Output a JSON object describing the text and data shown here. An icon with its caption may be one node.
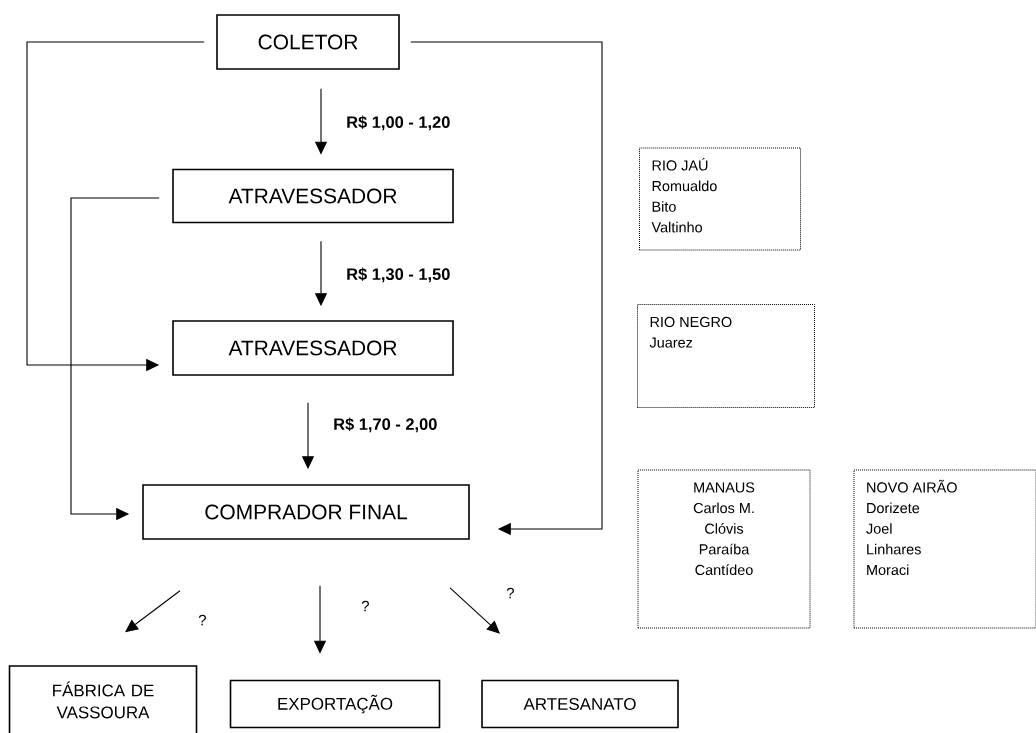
{
  "diagram": {
    "nodes": [
      {
        "text": [
          "COLETOR"
        ]
      },
      {
        "text": [
          "ATRAVESSADOR"
        ]
      },
      {
        "text": [
          "ATRAVESSADOR"
        ]
      },
      {
        "text": [
          "COMPRADOR FINAL"
        ]
      },
      {
        "text": [
          "FÁBRICA DE VASSOURA"
        ]
      },
      {
        "text": [
          "EXPORTAÇÃO"
        ]
      },
      {
        "text": [
          "ARTESANATO"
        ]
      },
      {
        "text": [
          "RIO JAÚ",
          "Romualdo",
          "Bito",
          "Valtinho"
        ]
      },
      {
        "text": [
          "RIO NEGRO",
          "Juarez"
        ]
      },
      {
        "text": [
          "MANAUS",
          "Carlos M.",
          "Clóvis",
          "Paraíba",
          "Cantídeo"
        ]
      },
      {
        "text": [
          "NOVO AIRÃO",
          "Dorizete",
          "Joel",
          "Linhares",
          "Moraci"
        ]
      }
    ],
    "edges": [
      {
        "from": 0,
        "to": 1,
        "arrow": "to",
        "label": "R$ 1,00 - 1,20"
      },
      {
        "from": 1,
        "to": 2,
        "arrow": "to",
        "label": "R$ 1,30 - 1,50"
      },
      {
        "from": 2,
        "to": 3,
        "arrow": "to",
        "label": "R$ 1,70 - 2,00"
      },
      {
        "from": 0,
        "to": 2,
        "arrow": "to"
      },
      {
        "from": 1,
        "to": 3,
        "arrow": "to"
      },
      {
        "from": 0,
        "to": 3,
        "arrow": "to"
      },
      {
        "from": 3,
        "to": 4,
        "arrow": "to",
        "label": "?"
      },
      {
        "from": 3,
        "to": 5,
        "arrow": "to",
        "label": "?"
      },
      {
        "from": 3,
        "to": 6,
        "arrow": "to",
        "label": "?"
      }
    ]
  }
}
